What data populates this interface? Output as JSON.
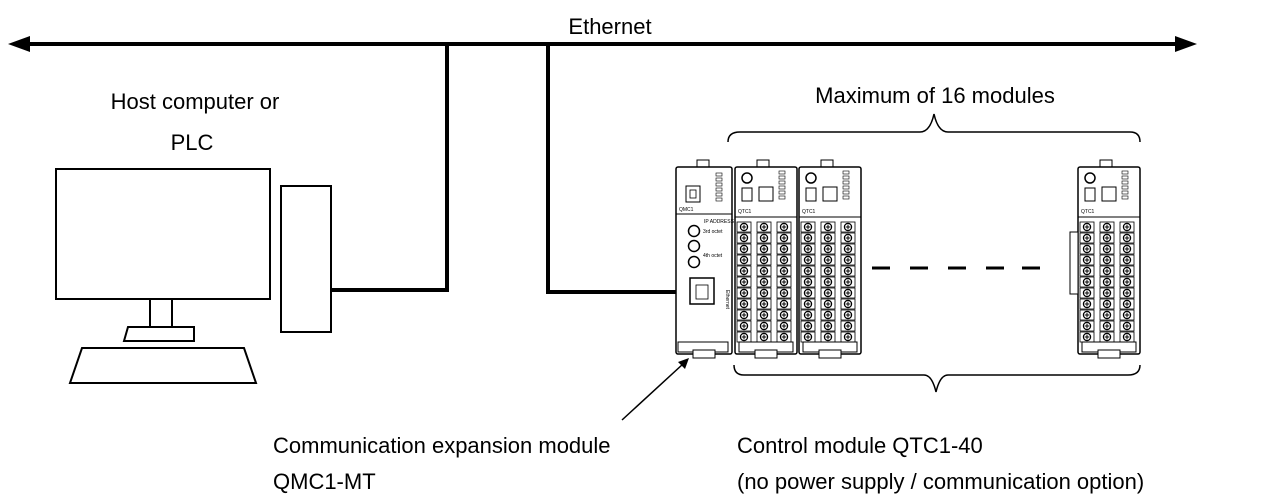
{
  "network": {
    "label": "Ethernet"
  },
  "host": {
    "line1": "Host computer or",
    "line2": "PLC"
  },
  "module_group": {
    "label": "Maximum of 16 modules"
  },
  "comm_module": {
    "line1": "Communication expansion module",
    "line2": "QMC1-MT",
    "panel_model": "QMC1",
    "ip_label": "IP ADDRESS",
    "octet3": "3rd octet",
    "octet4": "4th octet",
    "port_label": "Ethernet"
  },
  "control_module": {
    "line1": "Control module QTC1-40",
    "line2": "(no power supply / communication option)",
    "panel_model": "QTC1"
  },
  "colors": {
    "line": "#000000",
    "background": "#ffffff"
  }
}
